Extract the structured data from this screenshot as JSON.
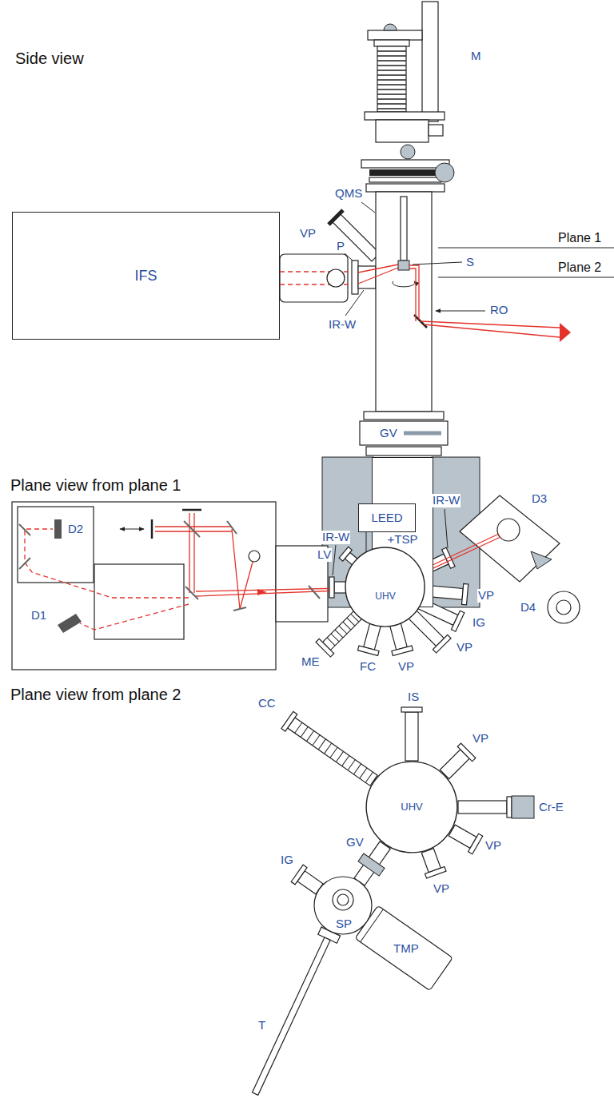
{
  "diagram": {
    "nodes": [
      {
        "text": [
          "IFS"
        ]
      },
      {
        "text": [
          "IGP +TSP"
        ]
      },
      {
        "text": [
          "LEED"
        ]
      },
      {
        "text": [
          "UHV"
        ]
      },
      {
        "text": [
          "UHV"
        ]
      }
    ],
    "labels": [
      "Side view",
      "M",
      "QMS",
      "VP",
      "Plane 1",
      "P",
      "S",
      "Plane 2",
      "RO",
      "IR-W",
      "GV",
      "Plane view from plane 1",
      "IR-W",
      "IR-W",
      "D3",
      "D2",
      "LV",
      "D1",
      "VP",
      "D4",
      "IG",
      "VP",
      "ME",
      "FC",
      "VP",
      "Plane view from plane 2",
      "CC",
      "IS",
      "VP",
      "Cr-E",
      "VP",
      "GV",
      "VP",
      "IG",
      "SP",
      "TMP",
      "T"
    ]
  }
}
